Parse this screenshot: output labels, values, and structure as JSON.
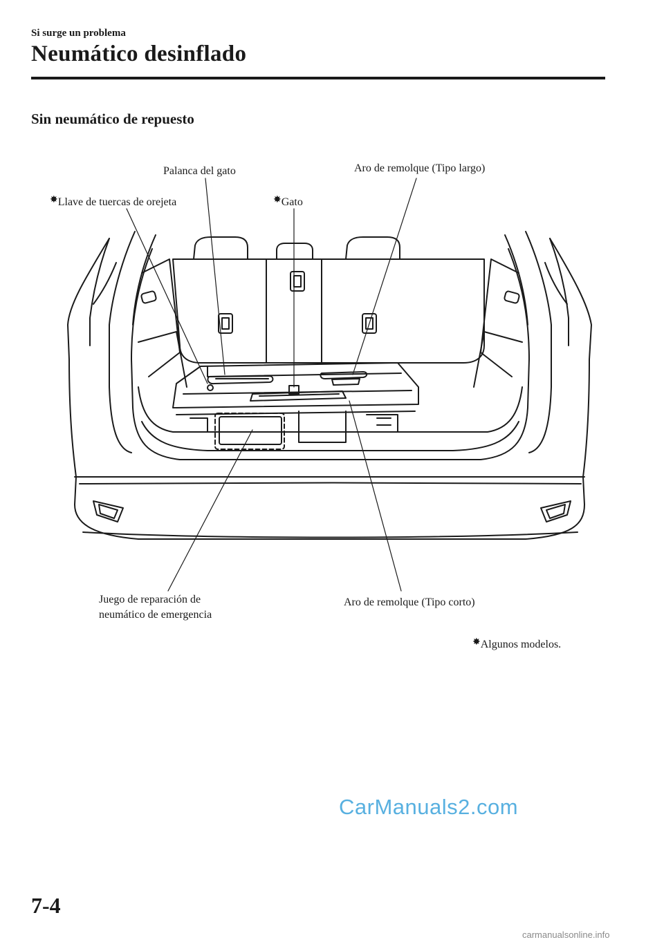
{
  "header": {
    "section": "Si surge un problema",
    "title": "Neumático desinflado"
  },
  "subheading": "Sin neumático de repuesto",
  "callouts": {
    "jack_lever": "Palanca del gato",
    "tow_hook_long": "Aro de remolque (Tipo largo)",
    "lug_wrench": "Llave de tuercas de orejeta",
    "jack": "Gato",
    "repair_kit_line1": "Juego de reparación de",
    "repair_kit_line2": "neumático de emergencia",
    "tow_hook_short": "Aro de remolque (Tipo corto)"
  },
  "footnote": "Algunos modelos.",
  "star_symbol": "✸",
  "page_number": "7-4",
  "watermark": "CarManuals2.com",
  "footer_site": "carmanualsonline.info"
}
